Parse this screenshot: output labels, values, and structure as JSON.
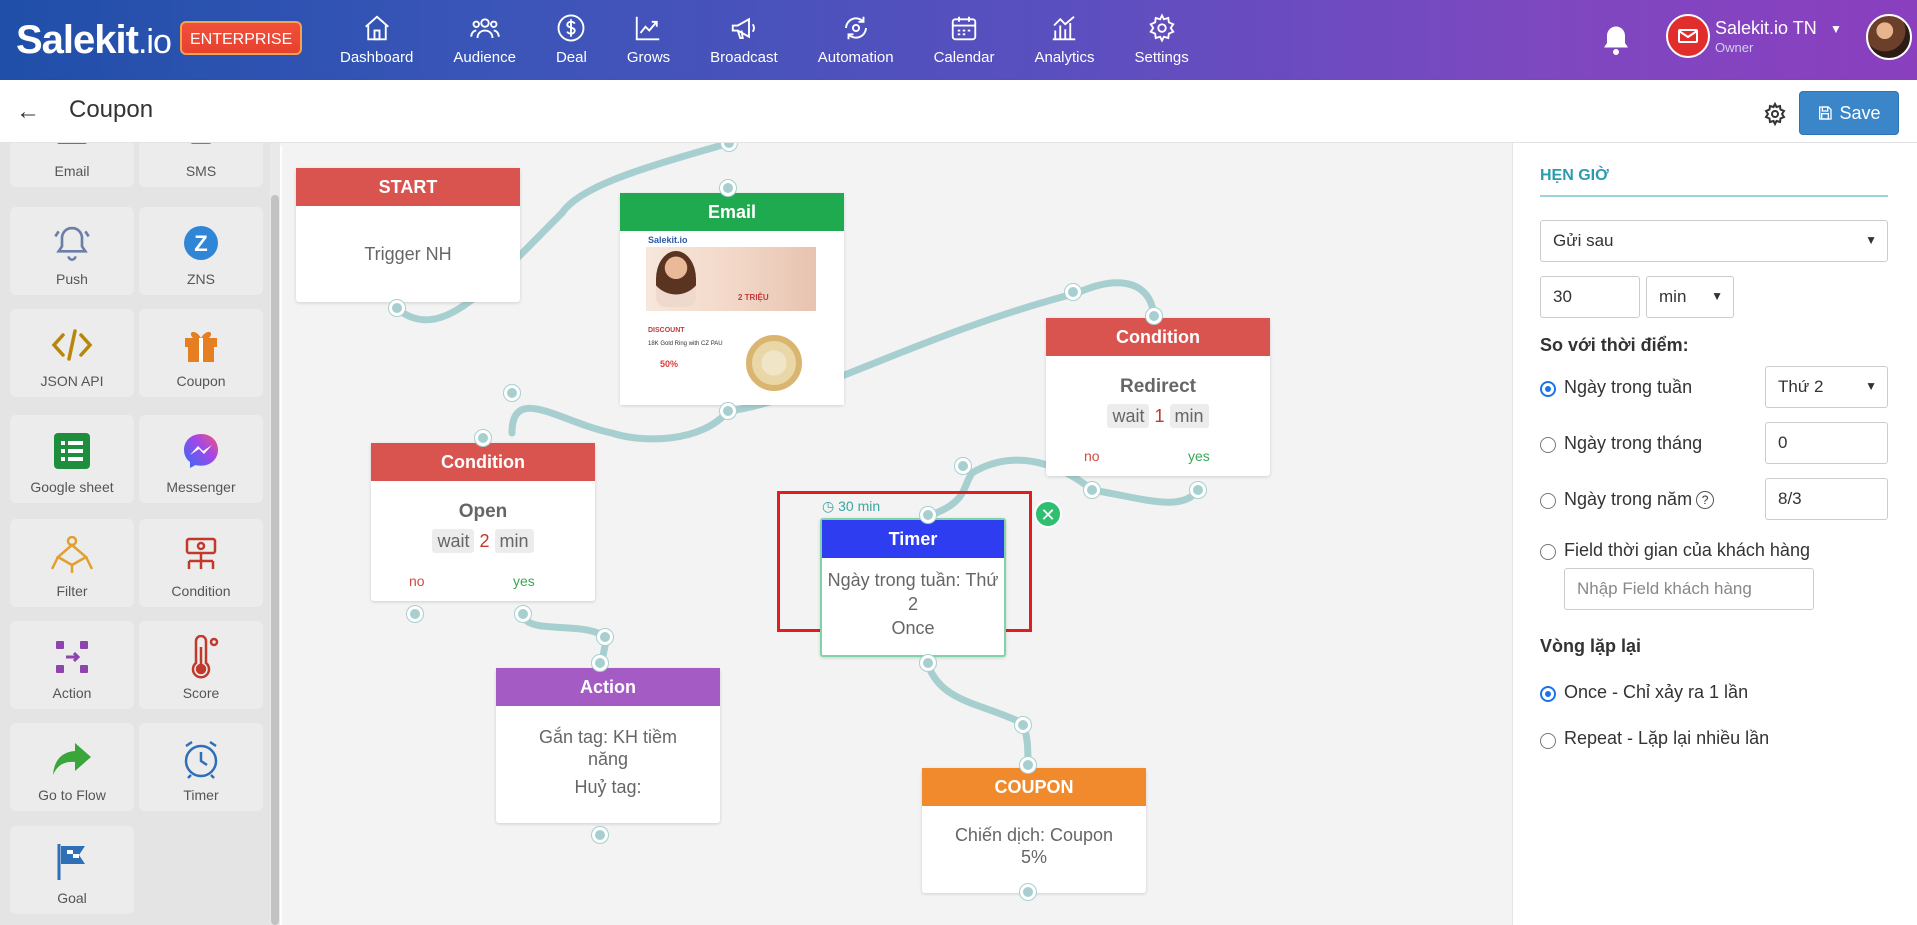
{
  "header": {
    "logo_main": "Salekit",
    "logo_suffix": ".io",
    "plan_badge": "ENTERPRISE",
    "nav": [
      {
        "label": "Dashboard",
        "icon": "home-icon"
      },
      {
        "label": "Audience",
        "icon": "users-icon"
      },
      {
        "label": "Deal",
        "icon": "dollar-icon"
      },
      {
        "label": "Grows",
        "icon": "trend-icon"
      },
      {
        "label": "Broadcast",
        "icon": "megaphone-icon"
      },
      {
        "label": "Automation",
        "icon": "automation-icon"
      },
      {
        "label": "Calendar",
        "icon": "calendar-icon"
      },
      {
        "label": "Analytics",
        "icon": "analytics-icon"
      },
      {
        "label": "Settings",
        "icon": "gear-icon"
      }
    ],
    "account_name": "Salekit.io TN",
    "account_role": "Owner"
  },
  "subheader": {
    "title": "Coupon",
    "save_label": "Save"
  },
  "palette": [
    {
      "label": "Email",
      "icon": "email-icon"
    },
    {
      "label": "SMS",
      "icon": "sms-icon"
    },
    {
      "label": "Push",
      "icon": "bell-icon"
    },
    {
      "label": "ZNS",
      "icon": "zalo-icon"
    },
    {
      "label": "JSON API",
      "icon": "code-icon"
    },
    {
      "label": "Coupon",
      "icon": "gift-icon"
    },
    {
      "label": "Google sheet",
      "icon": "sheet-icon"
    },
    {
      "label": "Messenger",
      "icon": "messenger-icon"
    },
    {
      "label": "Filter",
      "icon": "filter-icon"
    },
    {
      "label": "Condition",
      "icon": "condition-icon"
    },
    {
      "label": "Action",
      "icon": "action-icon"
    },
    {
      "label": "Score",
      "icon": "thermometer-icon"
    },
    {
      "label": "Go to Flow",
      "icon": "share-arrow-icon"
    },
    {
      "label": "Timer",
      "icon": "alarm-clock-icon"
    },
    {
      "label": "Goal",
      "icon": "flag-icon"
    }
  ],
  "canvas": {
    "start": {
      "title": "START",
      "body": "Trigger NH"
    },
    "email": {
      "title": "Email",
      "preview_logo": "Salekit.io",
      "preview_discount": "DISCOUNT",
      "preview_product": "18K Gold Ring with CZ PAU",
      "preview_percent": "50%",
      "preview_promo": "2 TRIỆU"
    },
    "condition_open": {
      "title": "Condition",
      "name": "Open",
      "wait_label": "wait",
      "wait_value": "2",
      "wait_unit": "min",
      "no": "no",
      "yes": "yes"
    },
    "condition_redirect": {
      "title": "Condition",
      "name": "Redirect",
      "wait_label": "wait",
      "wait_value": "1",
      "wait_unit": "min",
      "no": "no",
      "yes": "yes"
    },
    "timer": {
      "title": "Timer",
      "badge": "30 min",
      "line1": "Ngày trong tuần: Thứ",
      "line2": "2",
      "line3": "Once"
    },
    "action": {
      "title": "Action",
      "line1": "Gắn tag: KH tiềm",
      "line2": "năng",
      "line3": "Huỷ tag:"
    },
    "coupon": {
      "title": "COUPON",
      "line1": "Chiến dịch: Coupon",
      "line2": "5%"
    }
  },
  "panel": {
    "title": "HẸN GIỜ",
    "mode_select": "Gửi sau",
    "delay_value": "30",
    "delay_unit": "min",
    "compare_label": "So với thời điểm:",
    "opt_weekday": "Ngày trong tuần",
    "weekday_select": "Thứ 2",
    "opt_monthday": "Ngày trong tháng",
    "monthday_value": "0",
    "opt_yearday": "Ngày trong năm",
    "yearday_value": "8/3",
    "opt_customer_field": "Field thời gian của khách hàng",
    "customer_field_placeholder": "Nhập Field khách hàng",
    "loop_label": "Vòng lặp lại",
    "loop_once": "Once - Chỉ xảy ra 1 lần",
    "loop_repeat": "Repeat - Lặp lại nhiều lần"
  },
  "colors": {
    "start": "#d9534f",
    "email": "#1faa4f",
    "condition": "#d9534f",
    "timer": "#2e3df0",
    "action": "#a45bc4",
    "coupon": "#f08a2c",
    "wire": "#a7cfcf",
    "highlight": "#e11d1d"
  }
}
